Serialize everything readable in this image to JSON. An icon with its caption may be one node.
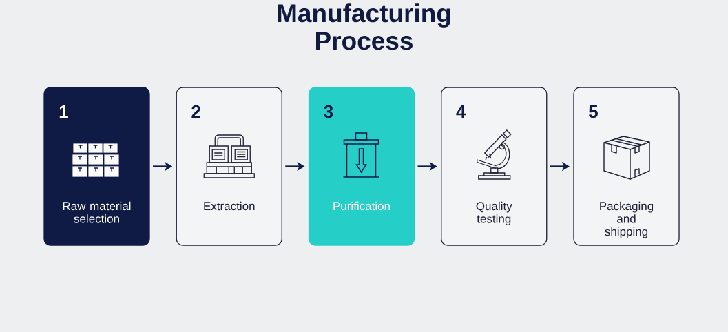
{
  "diagram": {
    "title": "Manufacturing Process",
    "nodes": [
      {
        "text": [
          "1",
          "Raw material selection"
        ]
      },
      {
        "text": [
          "2",
          "Extraction"
        ]
      },
      {
        "text": [
          "3",
          "Purification"
        ]
      },
      {
        "text": [
          "4",
          "Quality testing"
        ]
      },
      {
        "text": [
          "5",
          "Packaging and shipping"
        ]
      }
    ],
    "edges": [
      {
        "from": 0,
        "to": 1,
        "arrow": "to"
      },
      {
        "from": 1,
        "to": 2,
        "arrow": "to"
      },
      {
        "from": 2,
        "to": 3,
        "arrow": "to"
      },
      {
        "from": 3,
        "to": 4,
        "arrow": "to"
      }
    ]
  }
}
